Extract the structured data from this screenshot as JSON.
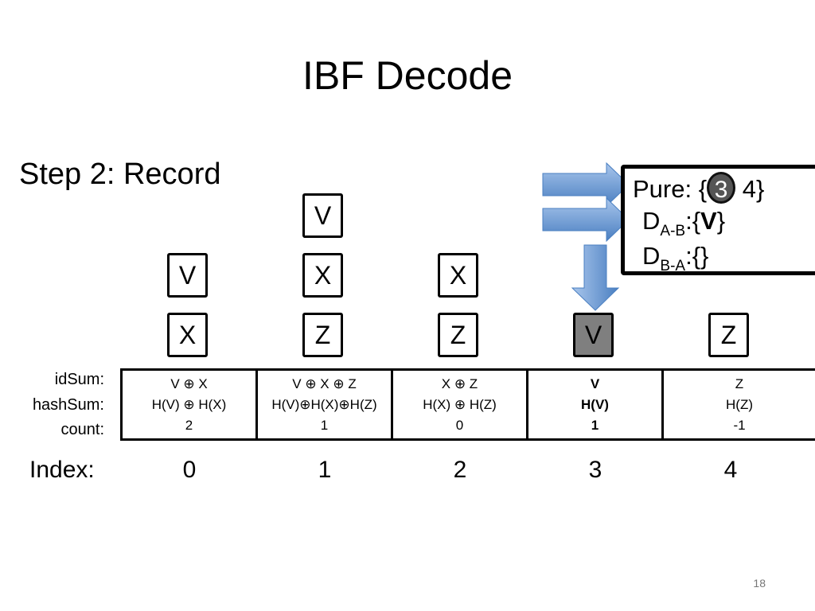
{
  "title": "IBF Decode",
  "step_label": "Step 2: Record",
  "row_labels": {
    "idsum": "idSum:",
    "hashsum": "hashSum:",
    "count": "count:"
  },
  "index_label": "Index:",
  "cells": [
    {
      "index": "0",
      "stack": [
        "X",
        "V"
      ],
      "idsum": "V ⊕ X",
      "hashsum": "H(V) ⊕ H(X)",
      "count": "2"
    },
    {
      "index": "1",
      "stack": [
        "Z",
        "X",
        "V"
      ],
      "idsum": "V ⊕ X ⊕ Z",
      "hashsum": "H(V)⊕H(X)⊕H(Z)",
      "count": "1"
    },
    {
      "index": "2",
      "stack": [
        "Z",
        "X"
      ],
      "idsum": "X ⊕ Z",
      "hashsum": "H(X) ⊕ H(Z)",
      "count": "0"
    },
    {
      "index": "3",
      "stack": [
        "V"
      ],
      "idsum": "V",
      "hashsum": "H(V)",
      "count": "1",
      "highlight": true
    },
    {
      "index": "4",
      "stack": [
        "Z"
      ],
      "idsum": "Z",
      "hashsum": "H(Z)",
      "count": "-1"
    }
  ],
  "pure_panel": {
    "pure_label": "Pure:",
    "pure_open": "{",
    "pure_circled": "3",
    "pure_rest": " 4}",
    "dab_main": "D",
    "dab_sub": "A-B",
    "dab_value_open": ":{",
    "dab_value": "V",
    "dab_value_close": "}",
    "dba_main": "D",
    "dba_sub": "B-A",
    "dba_value": ":{}"
  },
  "colors": {
    "arrow": "#4f81bd",
    "arrow_light": "#8fb4e3",
    "pure_box": "#7f7f7f"
  },
  "page_number": "18"
}
